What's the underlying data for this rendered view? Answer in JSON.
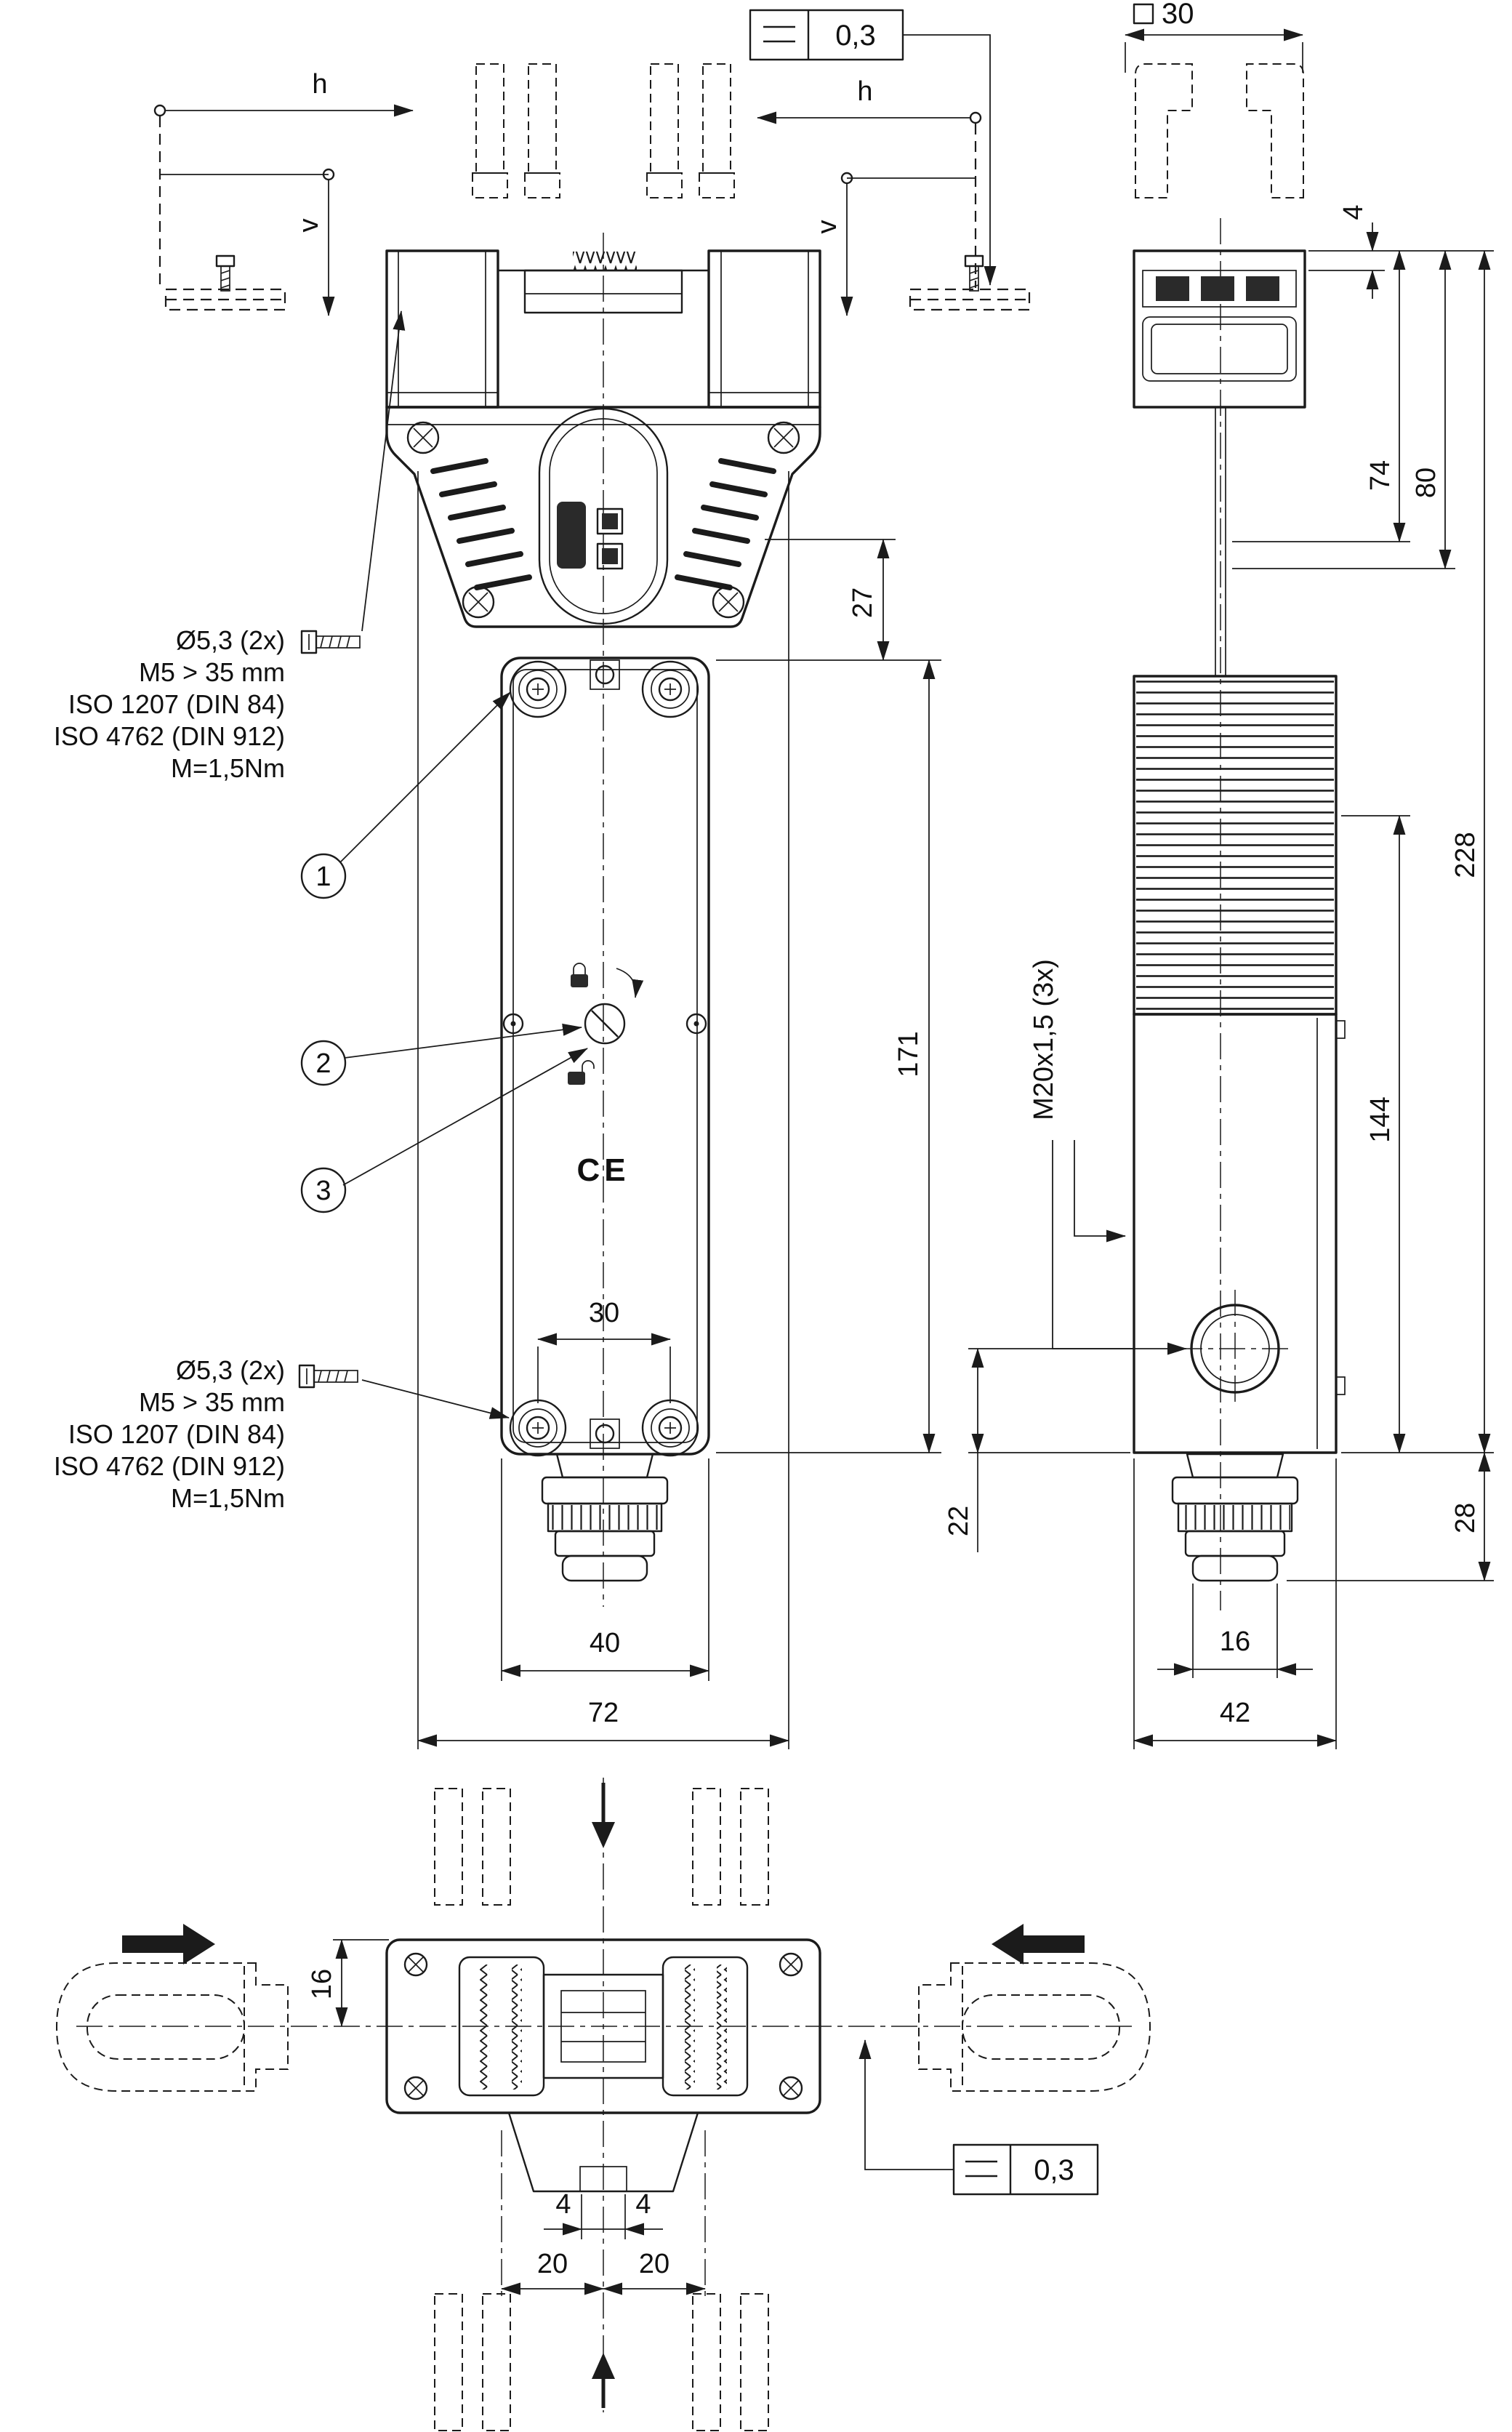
{
  "tolerance": {
    "top": "0,3",
    "bottom": "0,3"
  },
  "datum": {
    "h_left": "h",
    "v_left": "v",
    "h_right": "h",
    "v_right": "v"
  },
  "dims": {
    "square30": "30",
    "front_27": "27",
    "front_171": "171",
    "front_30": "30",
    "front_40": "40",
    "front_72": "72",
    "side_4": "4",
    "side_74": "74",
    "side_80": "80",
    "side_228": "228",
    "side_144": "144",
    "side_m20": "M20x1,5 (3x)",
    "side_22": "22",
    "side_28": "28",
    "side_16": "16",
    "side_42": "42",
    "bottom_16": "16",
    "bottom_4_left": "4",
    "bottom_4_right": "4",
    "bottom_20_left": "20",
    "bottom_20_right": "20"
  },
  "callout_top": [
    "Ø5,3 (2x)",
    "M5 > 35 mm",
    "ISO 1207 (DIN 84)",
    "ISO 4762 (DIN 912)",
    "M=1,5Nm"
  ],
  "callout_bottom": [
    "Ø5,3 (2x)",
    "M5 > 35 mm",
    "ISO 1207 (DIN 84)",
    "ISO 4762 (DIN 912)",
    "M=1,5Nm"
  ],
  "balloons": {
    "b1": "1",
    "b2": "2",
    "b3": "3"
  },
  "marks": {
    "ce": "CE"
  }
}
